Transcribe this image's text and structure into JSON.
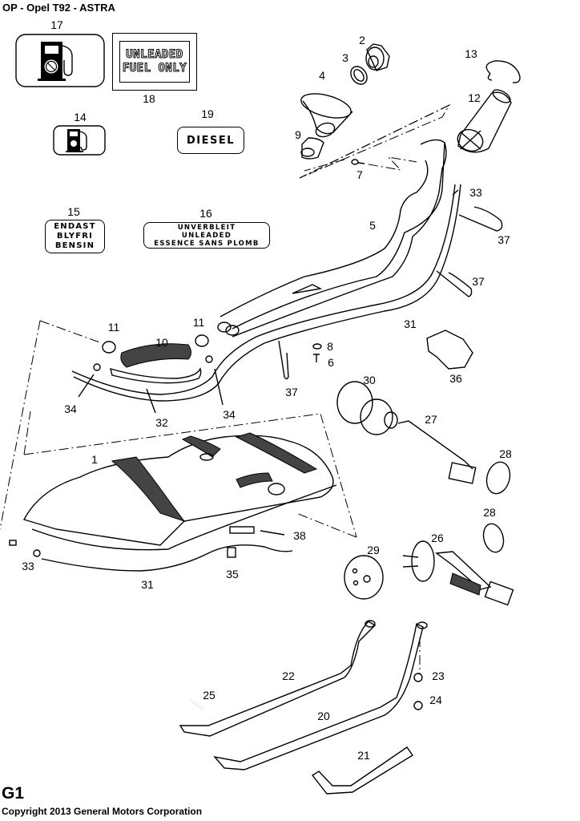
{
  "header": {
    "title": "OP - Opel T92 - ASTRA"
  },
  "decals": {
    "d14": {
      "callout": "14",
      "icon": "fuel-pump-no-lead-icon"
    },
    "d15": {
      "callout": "15",
      "lines": [
        "ENDAST",
        "BLYFRI",
        "BENSIN"
      ]
    },
    "d16": {
      "callout": "16",
      "lines": [
        "UNVERBLEIT",
        "UNLEADED",
        "ESSENCE SANS PLOMB"
      ]
    },
    "d17": {
      "callout": "17",
      "icon": "fuel-pump-no-lead-icon"
    },
    "d18": {
      "callout": "18",
      "lines": [
        "UNLEADED",
        "FUEL ONLY"
      ]
    },
    "d19": {
      "callout": "19",
      "lines": [
        "DIESEL"
      ]
    }
  },
  "callouts": [
    {
      "id": "2",
      "part": "filler-cap"
    },
    {
      "id": "3",
      "part": "seal-ring"
    },
    {
      "id": "4",
      "part": "filler-boot"
    },
    {
      "id": "9",
      "part": "filler-neck-sleeve"
    },
    {
      "id": "13",
      "part": "retaining-ring"
    },
    {
      "id": "12",
      "part": "filler-housing"
    },
    {
      "id": "7",
      "part": "screw"
    },
    {
      "id": "33",
      "part": "clip-top"
    },
    {
      "id": "5",
      "part": "filler-pipe"
    },
    {
      "id": "37",
      "part": "vent-hose-upper"
    },
    {
      "id": "37",
      "part": "vent-hose-middle"
    },
    {
      "id": "31",
      "part": "fuel-line-upper"
    },
    {
      "id": "11",
      "part": "hose-clamp-left"
    },
    {
      "id": "11",
      "part": "hose-clamp-right"
    },
    {
      "id": "10",
      "part": "connecting-hose"
    },
    {
      "id": "8",
      "part": "washer"
    },
    {
      "id": "6",
      "part": "bolt"
    },
    {
      "id": "37",
      "part": "vent-hose-lower"
    },
    {
      "id": "36",
      "part": "bracket"
    },
    {
      "id": "34",
      "part": "clip-left"
    },
    {
      "id": "32",
      "part": "vent-line"
    },
    {
      "id": "34",
      "part": "clip-right"
    },
    {
      "id": "30",
      "part": "sender-housing"
    },
    {
      "id": "27",
      "part": "fuel-gauge-sender"
    },
    {
      "id": "28",
      "part": "o-ring-upper"
    },
    {
      "id": "1",
      "part": "fuel-tank"
    },
    {
      "id": "28",
      "part": "o-ring-lower"
    },
    {
      "id": "38",
      "part": "pad"
    },
    {
      "id": "26",
      "part": "fuel-pump"
    },
    {
      "id": "29",
      "part": "lock-ring"
    },
    {
      "id": "33",
      "part": "clip-bottom"
    },
    {
      "id": "35",
      "part": "clip-tank"
    },
    {
      "id": "31",
      "part": "fuel-line-lower"
    },
    {
      "id": "22",
      "part": "tank-strap-left"
    },
    {
      "id": "23",
      "part": "nut"
    },
    {
      "id": "25",
      "part": "pin"
    },
    {
      "id": "24",
      "part": "nut-lock"
    },
    {
      "id": "20",
      "part": "tank-strap-right"
    },
    {
      "id": "21",
      "part": "strap-bracket"
    }
  ],
  "footer": {
    "section_code": "G1",
    "copyright": "Copyright 2013 General Motors Corporation"
  }
}
